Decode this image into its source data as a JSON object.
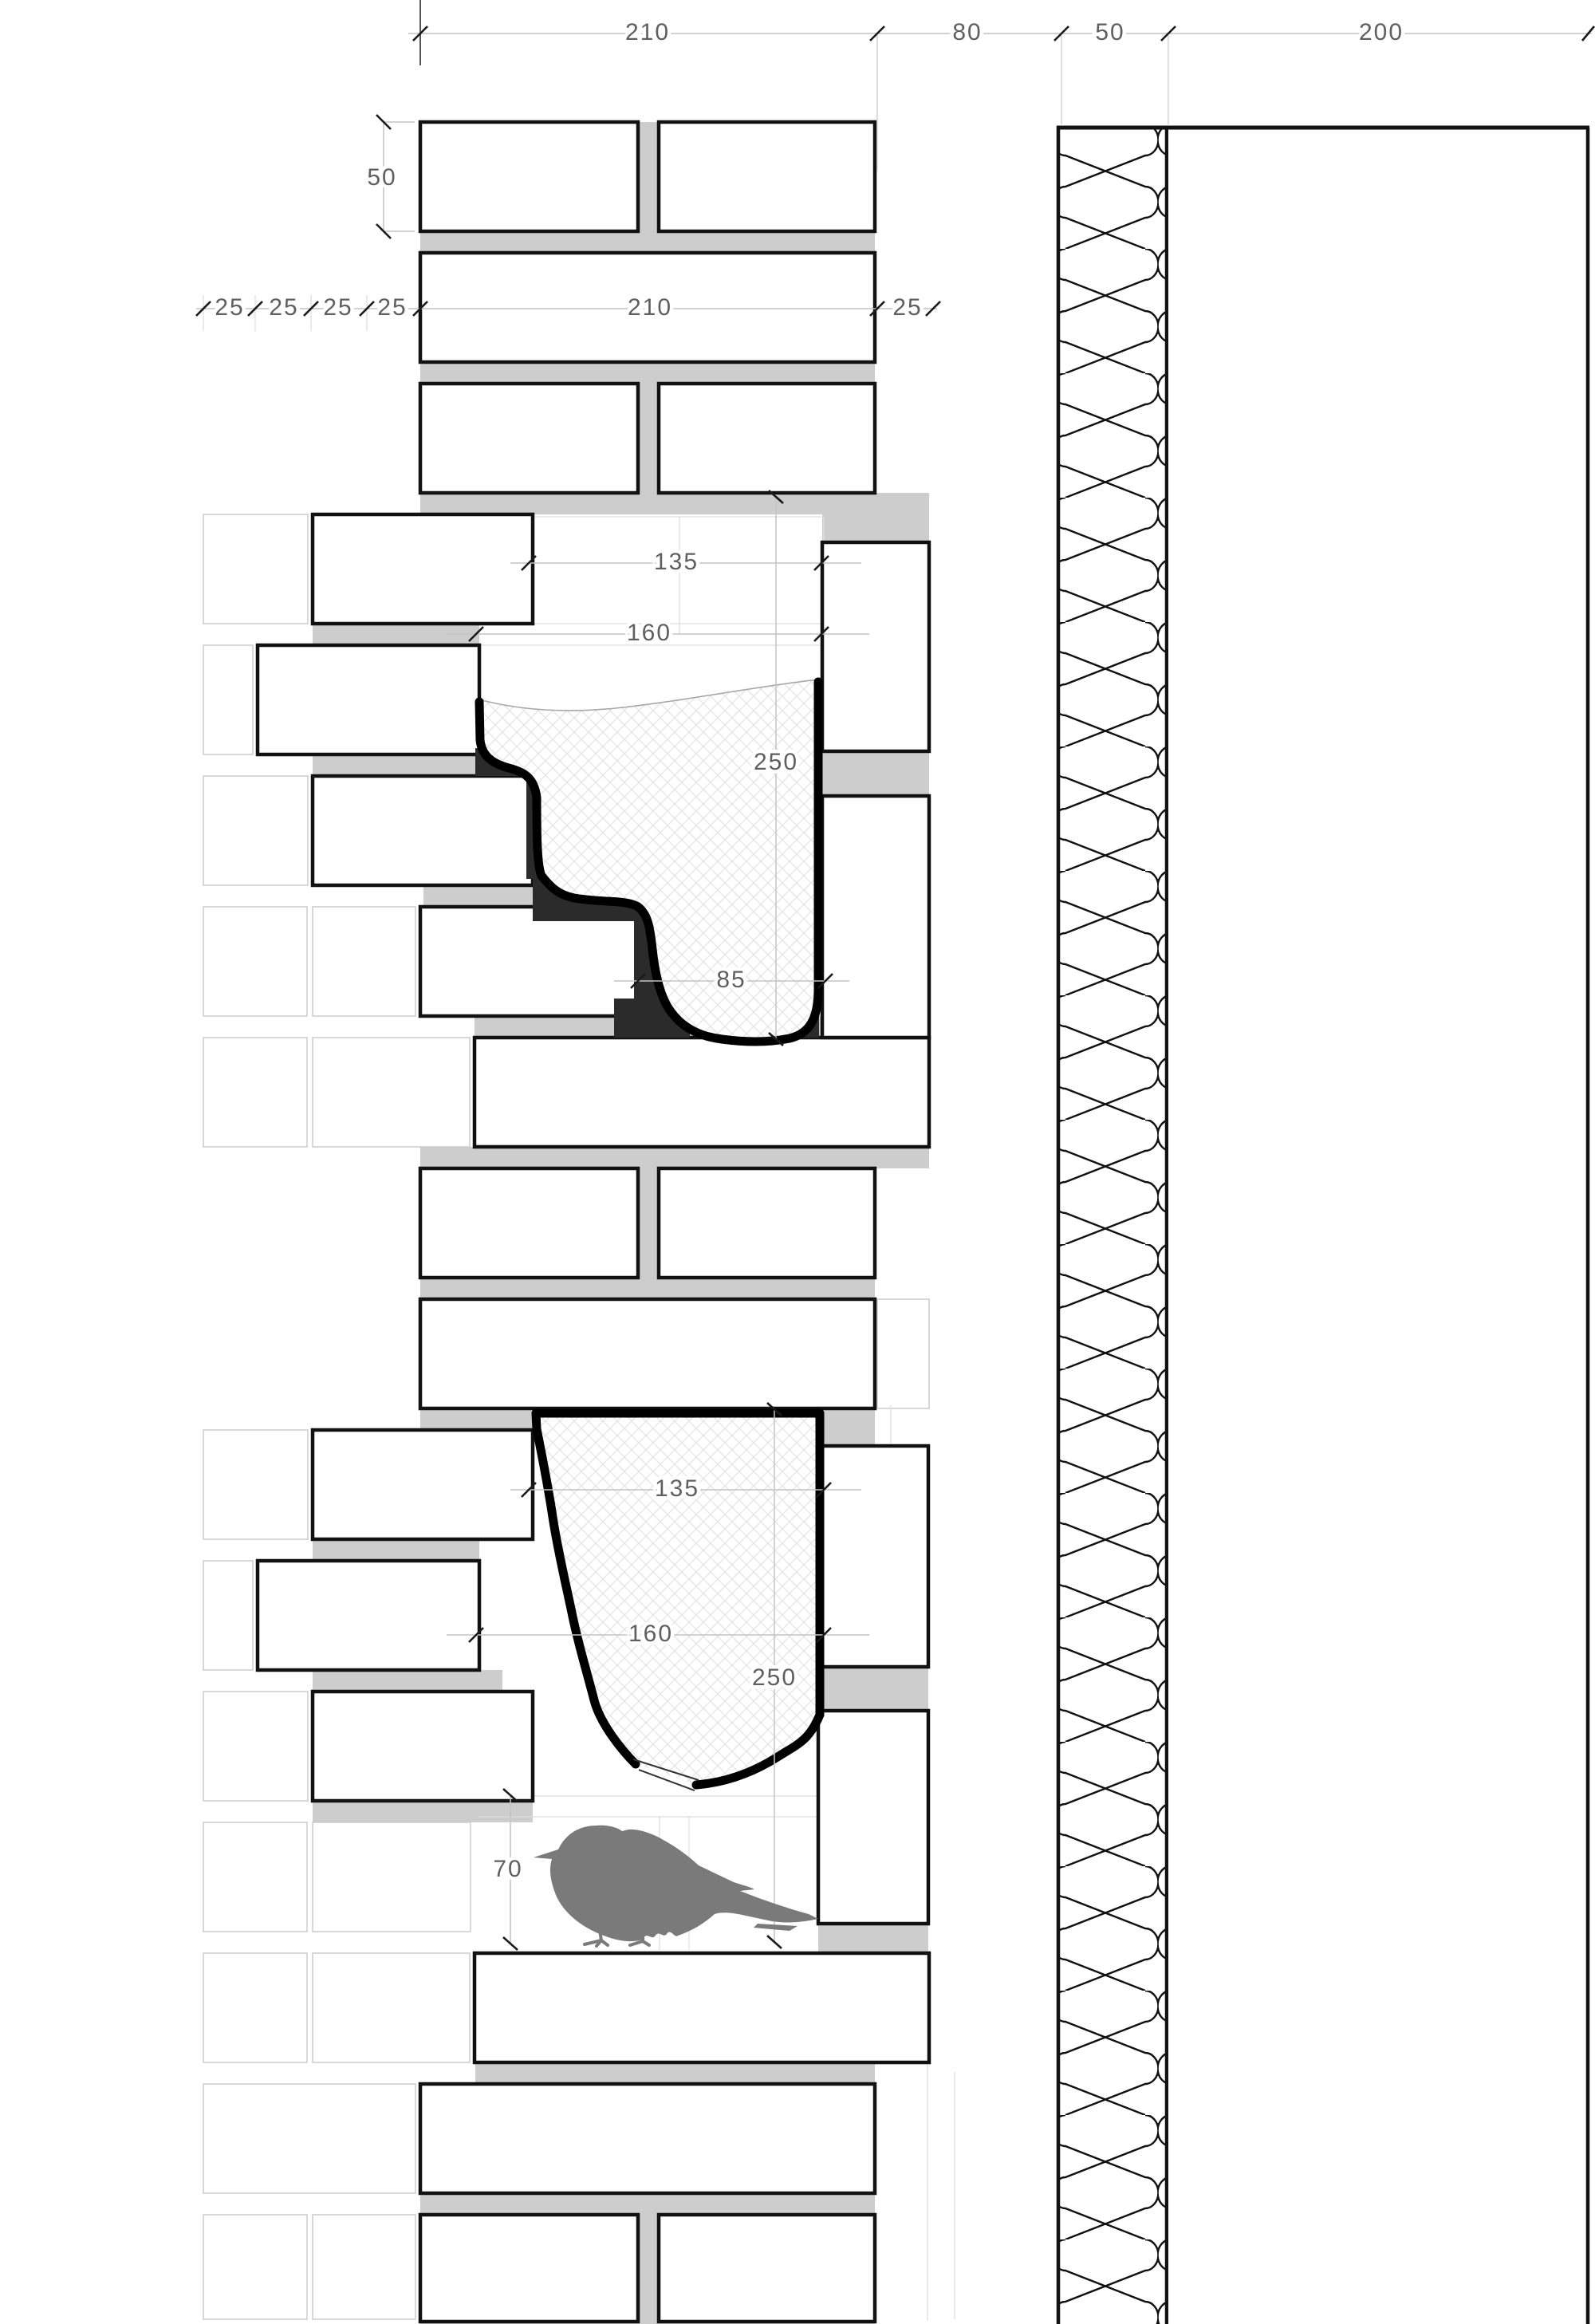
{
  "drawing": {
    "kind": "brick-wall-section-detail-with-bird-nesting-cavities"
  },
  "dims": {
    "top_chain": {
      "outer_leaf": "210",
      "air_cavity": "80",
      "insulation": "50",
      "inner_leaf": "200"
    },
    "brick_course": {
      "brick_height": "50"
    },
    "setting_out": {
      "q1": "25",
      "q2": "25",
      "q3": "25",
      "q4": "25",
      "leaf_width": "210",
      "right_joint": "25"
    },
    "nest_upper": {
      "width_inner": "135",
      "width_mid": "160",
      "height": "250",
      "entrance_width": "85"
    },
    "nest_lower": {
      "width_inner": "135",
      "width_mid": "160",
      "height": "250",
      "bird_height": "70"
    }
  },
  "colors": {
    "mortar": "#cdcdcd",
    "poche": "#2b2b2b",
    "ghost_line": "#cccccc",
    "dim_line": "#c4c4c4",
    "dim_text": "#5f5f5f",
    "bird": "#7a7a7a",
    "outline": "#000000"
  },
  "icons": {
    "bird": "perched-songbird-silhouette"
  }
}
